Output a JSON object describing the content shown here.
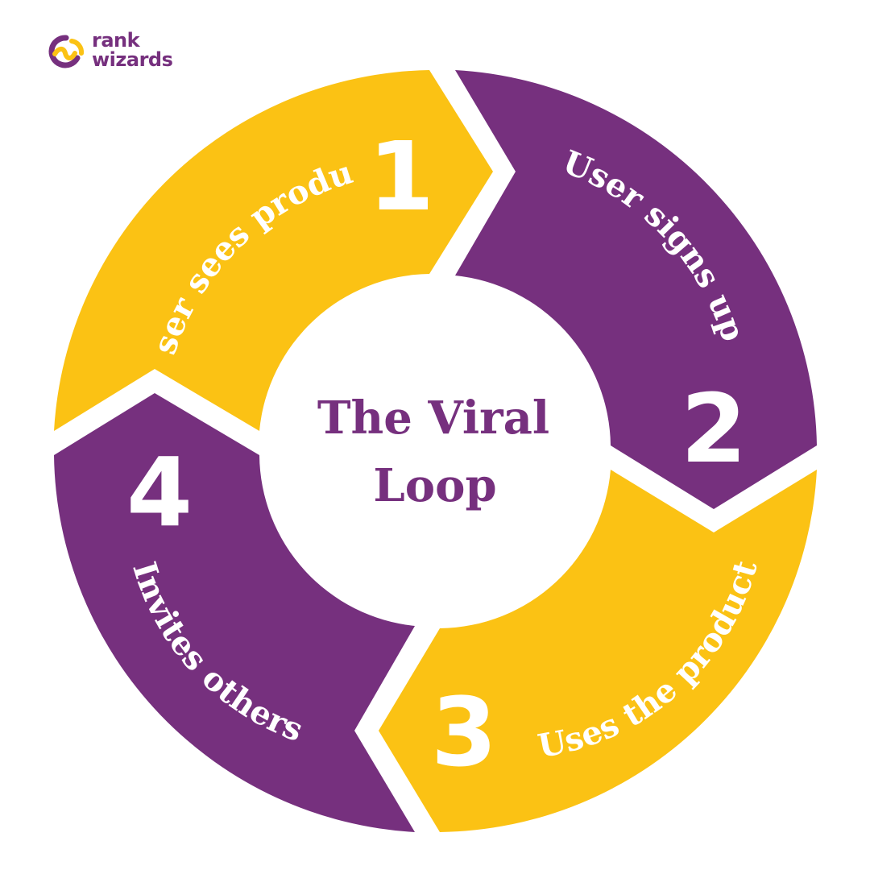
{
  "brand": {
    "name_line1": "rank",
    "name_line2": "wizards",
    "logo_icon": "rank-wizards-logo-icon"
  },
  "colors": {
    "purple": "#76307E",
    "yellow": "#FBC214",
    "white": "#FFFFFF"
  },
  "center": {
    "title_line1": "The Viral",
    "title_line2": "Loop"
  },
  "steps": [
    {
      "number": "1",
      "label": "User sees product"
    },
    {
      "number": "2",
      "label": "User signs up"
    },
    {
      "number": "3",
      "label": "Uses the product"
    },
    {
      "number": "4",
      "label": "Invites others"
    }
  ]
}
